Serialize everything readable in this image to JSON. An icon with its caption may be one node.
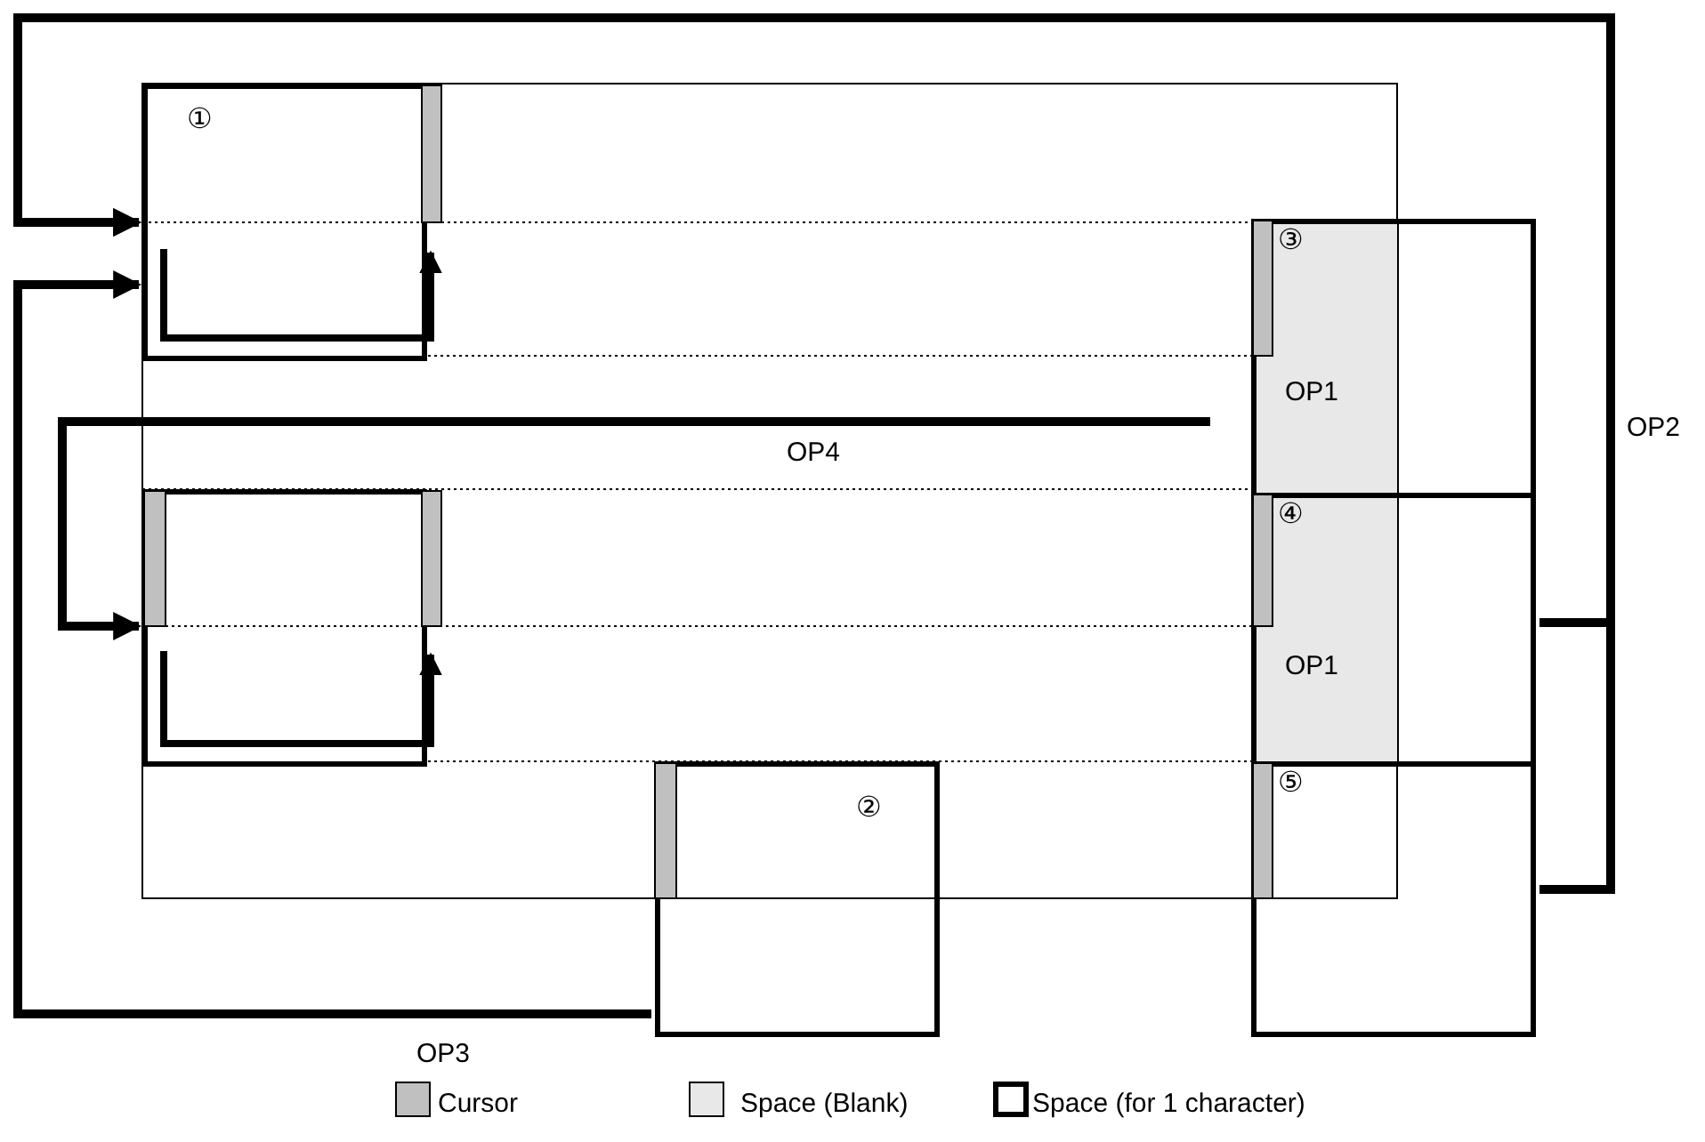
{
  "diagram": {
    "nodes": [
      {
        "text": [
          "①"
        ]
      },
      {
        "text": [],
        "shape": "box"
      },
      {
        "text": [
          "②"
        ]
      },
      {
        "text": [
          "③",
          "OP1"
        ]
      },
      {
        "text": [
          "④",
          "OP1"
        ]
      },
      {
        "text": [
          "⑤"
        ]
      }
    ],
    "edges": [
      {
        "from": 4,
        "to": 0,
        "arrow": "to",
        "label": "OP2"
      },
      {
        "from": 5,
        "to": 0,
        "arrow": "to"
      },
      {
        "from": 2,
        "to": 0,
        "arrow": "to",
        "label": "OP3"
      },
      {
        "from": null,
        "to": 1,
        "arrow": "to",
        "label": "OP4"
      }
    ],
    "legend": [
      {
        "text": "Cursor",
        "color": "#c0c0c0"
      },
      {
        "text": "Space (Blank)",
        "color": "#e8e8e8"
      },
      {
        "text": "Space (for 1 character)"
      }
    ]
  }
}
